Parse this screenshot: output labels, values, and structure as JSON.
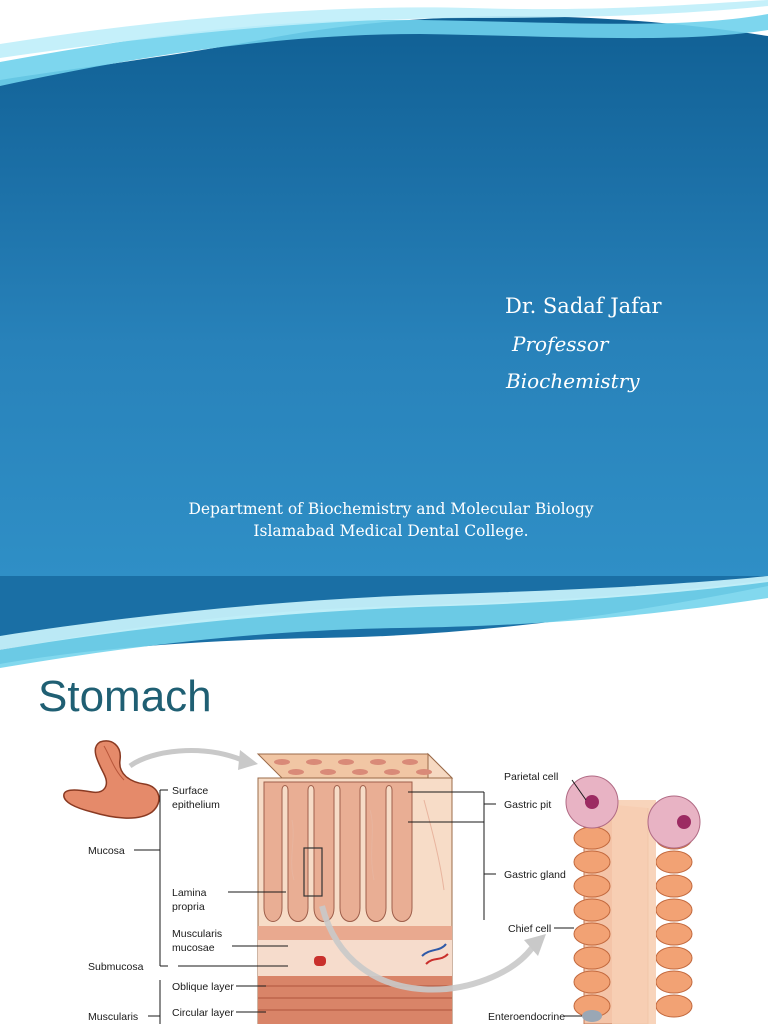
{
  "slide1": {
    "presenter_name": "Dr. Sadaf Jafar",
    "presenter_title": "Professor",
    "presenter_subject": "Biochemistry",
    "department_line1": "Department of Biochemistry and Molecular Biology",
    "department_line2": "Islamabad Medical Dental College."
  },
  "slide2": {
    "title": "Stomach",
    "figure_labels": {
      "surface_epithelium_1": "Surface",
      "surface_epithelium_2": "epithelium",
      "mucosa": "Mucosa",
      "lamina_propria_1": "Lamina",
      "lamina_propria_2": "propria",
      "muscularis_mucosae_1": "Muscularis",
      "muscularis_mucosae_2": "mucosae",
      "submucosa": "Submucosa",
      "oblique_layer": "Oblique layer",
      "circular_layer": "Circular layer",
      "muscularis": "Muscularis",
      "parietal_cell": "Parietal cell",
      "gastric_pit": "Gastric pit",
      "gastric_gland": "Gastric gland",
      "chief_cell": "Chief cell",
      "enteroendocrine": "Enteroendocrine"
    }
  }
}
